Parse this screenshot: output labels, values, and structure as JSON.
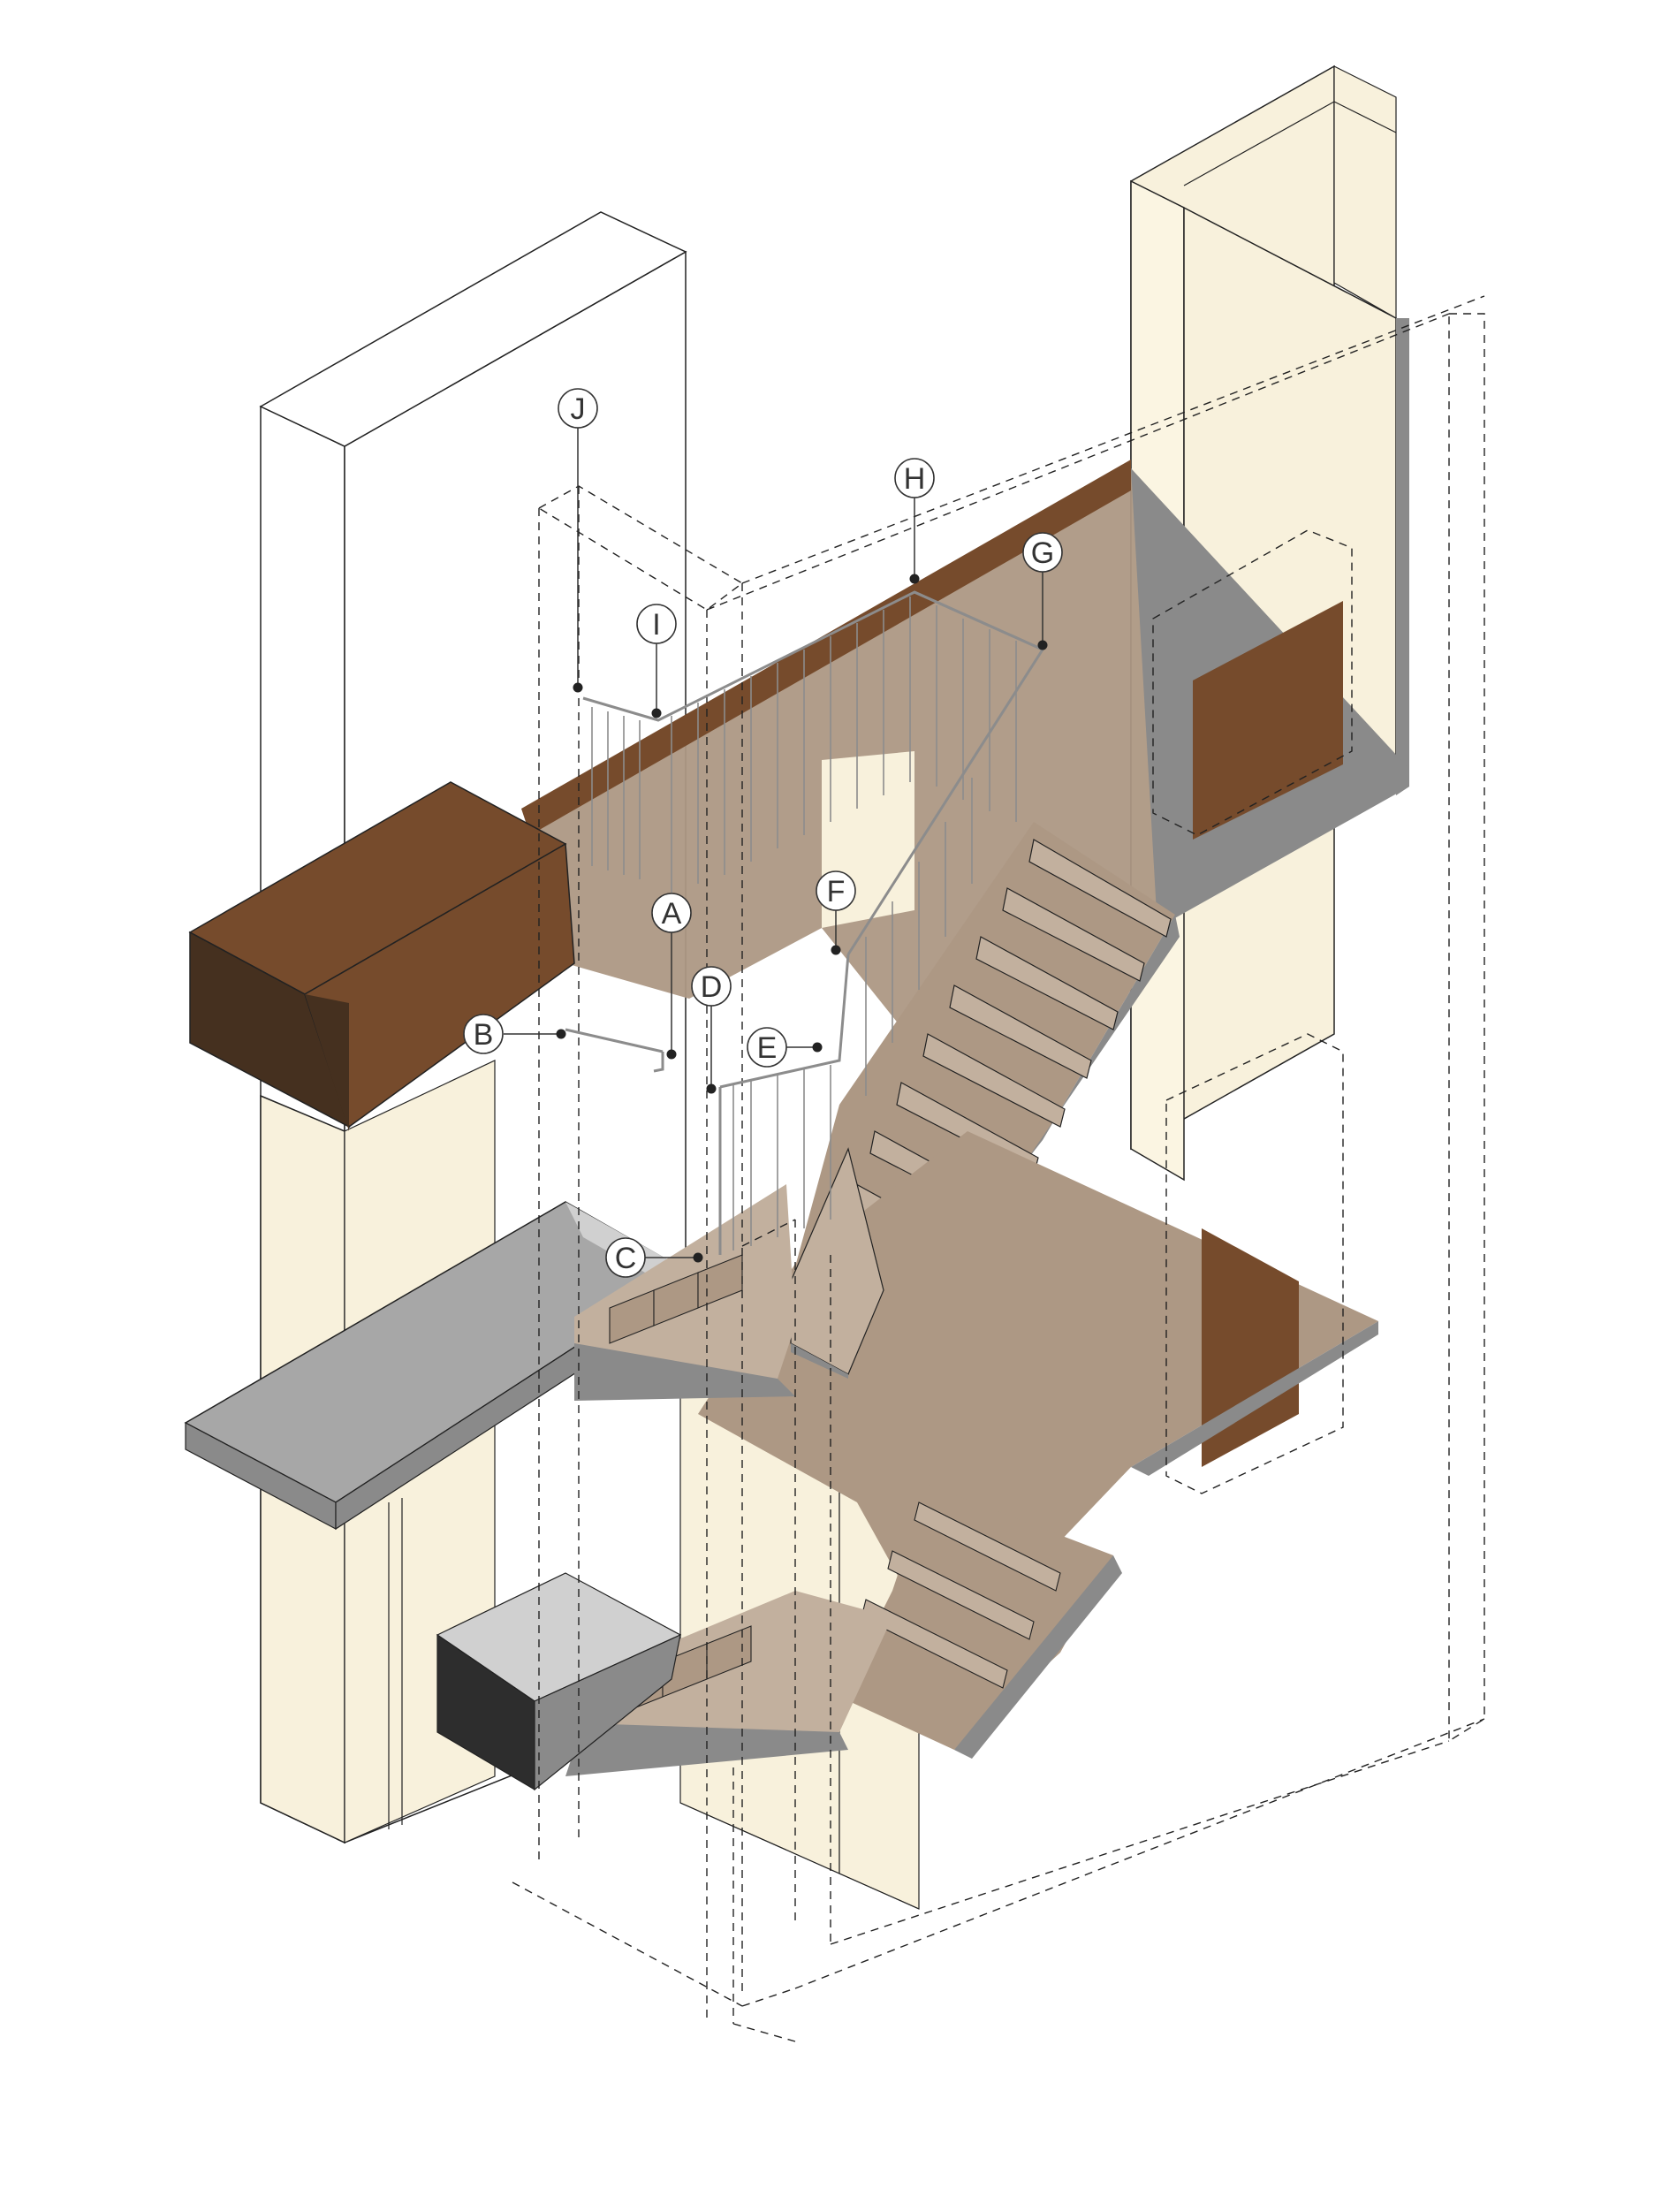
{
  "colors": {
    "cream": "#f8f1dc",
    "cream_dark": "#efe4c4",
    "tan": "#ad9884",
    "tan_light": "#c2b09e",
    "tan_dark": "#968270",
    "brown": "#764b2c",
    "brown_dark": "#45301f",
    "gray_shadow": "#8a8a8a",
    "gray_slab": "#a7a7a7",
    "gray_light": "#d0d0d0",
    "black": "#2d2d2d",
    "outline": "#222222",
    "rail": "#8c8c8c"
  },
  "callouts": [
    {
      "id": "A",
      "label": "A"
    },
    {
      "id": "B",
      "label": "B"
    },
    {
      "id": "C",
      "label": "C"
    },
    {
      "id": "D",
      "label": "D"
    },
    {
      "id": "E",
      "label": "E"
    },
    {
      "id": "F",
      "label": "F"
    },
    {
      "id": "G",
      "label": "G"
    },
    {
      "id": "H",
      "label": "H"
    },
    {
      "id": "I",
      "label": "I"
    },
    {
      "id": "J",
      "label": "J"
    }
  ]
}
